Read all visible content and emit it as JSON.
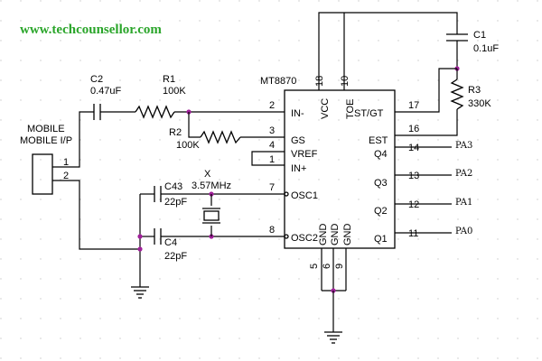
{
  "watermark": "www.techcounsellor.com",
  "ic": {
    "name": "MT8870",
    "left_pins": [
      {
        "label": "IN-",
        "num": "2"
      },
      {
        "label": "GS",
        "num": "3"
      },
      {
        "label": "VREF",
        "num": "4"
      },
      {
        "label": "IN+",
        "num": "1"
      },
      {
        "label": "OSC1",
        "num": "7"
      },
      {
        "label": "OSC2",
        "num": "8"
      }
    ],
    "right_pins": [
      {
        "label": "ST/GT",
        "num": "17"
      },
      {
        "label": "EST",
        "num": "16"
      },
      {
        "label": "Q4",
        "num": "14"
      },
      {
        "label": "Q3",
        "num": "13"
      },
      {
        "label": "Q2",
        "num": "12"
      },
      {
        "label": "Q1",
        "num": "11"
      }
    ],
    "top_pins": [
      {
        "label": "VCC",
        "num": "18"
      },
      {
        "label": "TOE",
        "num": "10"
      }
    ],
    "bottom_pins": [
      {
        "label": "GND",
        "num": "5"
      },
      {
        "label": "GND",
        "num": "6"
      },
      {
        "label": "GND",
        "num": "9"
      }
    ]
  },
  "components": {
    "c1": {
      "ref": "C1",
      "value": "0.1uF"
    },
    "c2": {
      "ref": "C2",
      "value": "0.47uF"
    },
    "r1": {
      "ref": "R1",
      "value": "100K"
    },
    "r2": {
      "ref": "R2",
      "value": "100K"
    },
    "r3": {
      "ref": "R3",
      "value": "330K"
    },
    "c43": {
      "ref": "C43",
      "value": "22pF"
    },
    "c4": {
      "ref": "C4",
      "value": "22pF"
    },
    "x": {
      "ref": "X",
      "value": "3.57MHz"
    }
  },
  "connector": {
    "title_line1": "MOBILE",
    "title_line2": "MOBILE I/P",
    "pin1": "1",
    "pin2": "2"
  },
  "outputs": [
    "PA3",
    "PA2",
    "PA1",
    "PA0"
  ]
}
